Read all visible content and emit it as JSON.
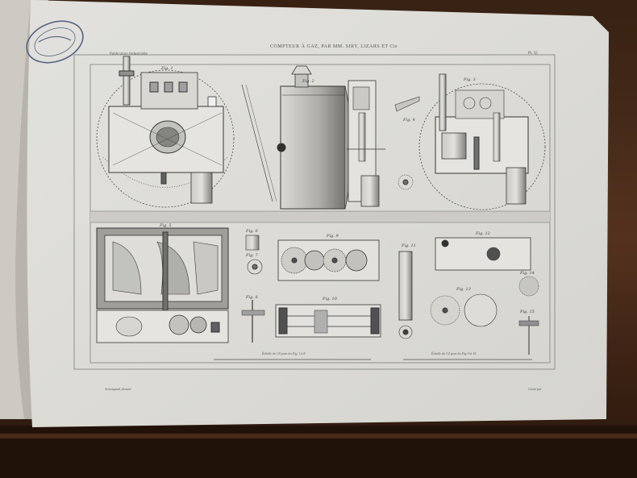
{
  "plate": {
    "title": "COMPTEUR À GAZ, PAR MM. SIRY, LIZARS ET Cie",
    "publication": "Publication Industrielle",
    "number": "Pl. 32",
    "scale_left": "Échelle de 1/5 pour les Fig. 1 à 8",
    "scale_right": "Échelle de 1/2 pour les Fig. 9 à 15",
    "draftsman": "Armengaud, dessiné",
    "engraver": "Gravé par"
  },
  "figures": {
    "f1": "Fig. 1",
    "f2": "Fig. 2",
    "f3": "Fig. 3",
    "f4": "Fig. 4",
    "f5": "Fig. 5",
    "f6": "Fig. 6",
    "f7": "Fig. 7",
    "f8": "Fig. 8",
    "f9": "Fig. 9",
    "f10": "Fig. 10",
    "f11": "Fig. 11",
    "f12": "Fig. 12",
    "f13": "Fig. 13",
    "f14": "Fig. 14",
    "f15": "Fig. 15"
  },
  "colors": {
    "paper": "#ecebe6",
    "ink": "#3a3a3a",
    "wood": "#4a2c18",
    "stamp": "#5a6a8a"
  }
}
